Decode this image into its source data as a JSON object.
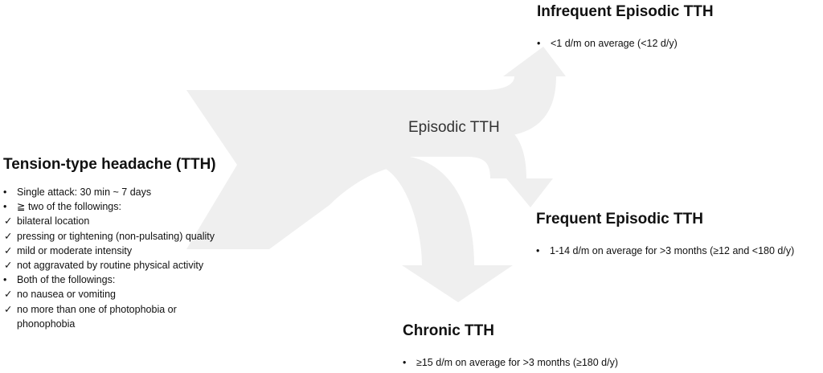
{
  "branch_label": "Episodic TTH",
  "main": {
    "title": "Tension-type headache (TTH)",
    "lines": [
      {
        "marker": "•",
        "text": "Single attack: 30 min ~ 7 days"
      },
      {
        "marker": "•",
        "text": "≧ two of the followings:"
      },
      {
        "marker": "✓",
        "text": "bilateral location"
      },
      {
        "marker": "✓",
        "text": "pressing or tightening (non-pulsating) quality"
      },
      {
        "marker": "✓",
        "text": "mild or moderate intensity"
      },
      {
        "marker": "✓",
        "text": "not aggravated by routine physical activity"
      },
      {
        "marker": "•",
        "text": "Both of the followings:"
      },
      {
        "marker": "✓",
        "text": "no nausea or vomiting"
      },
      {
        "marker": "✓",
        "text": "no more than one of photophobia or"
      },
      {
        "marker": "",
        "text": "phonophobia"
      }
    ]
  },
  "infrequent": {
    "title": "Infrequent Episodic TTH",
    "bullet": "<1 d/m on average (<12 d/y)"
  },
  "frequent": {
    "title": "Frequent Episodic TTH",
    "bullet": "1-14 d/m on average for >3 months (≥12 and <180 d/y)"
  },
  "chronic": {
    "title": "Chronic TTH",
    "bullet": "≥15 d/m on average for >3 months (≥180 d/y)"
  },
  "colors": {
    "flow_fill": "#efefef",
    "text": "#111111"
  }
}
